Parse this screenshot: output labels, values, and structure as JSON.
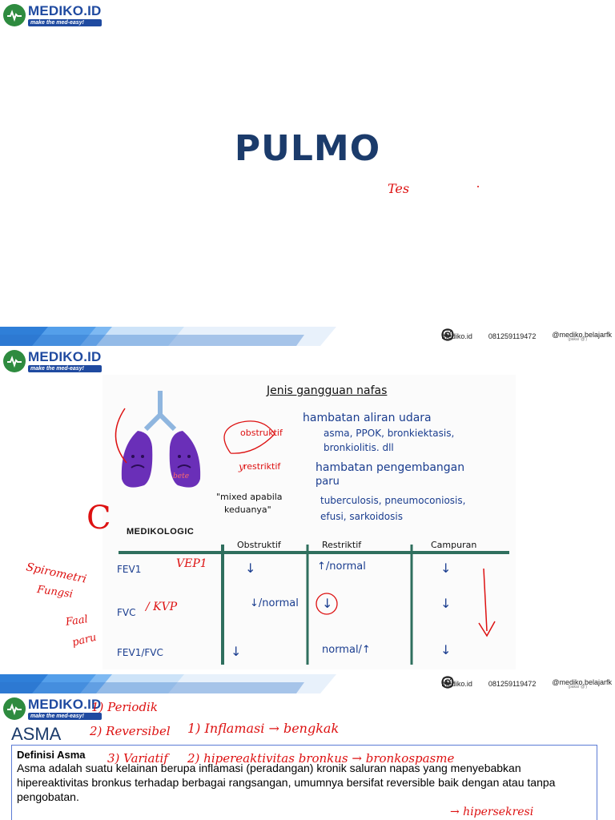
{
  "brand": {
    "name": "MEDIKO.ID",
    "tagline": "make the med-easy!"
  },
  "slide1": {
    "title": "PULMO",
    "red_note": "Tes"
  },
  "contacts": [
    {
      "icon": "instagram-icon",
      "text": "mediko.id"
    },
    {
      "icon": "whatsapp-icon",
      "text": "081259119472"
    },
    {
      "icon": "line-icon",
      "text": "@mediko.belajarfk",
      "sub": "(pakai '@')"
    }
  ],
  "slide2": {
    "heading": "Jenis gangguan nafas",
    "obstruktif_label": "obstruktif",
    "restriktif_label": "restriktif",
    "obstruktif_desc": "hambatan aliran udara",
    "obstruktif_list_1": "asma, PPOK, bronkiektasis,",
    "obstruktif_list_2": "bronkiolitis. dll",
    "restriktif_desc_1": "hambatan pengembangan",
    "restriktif_desc_2": "paru",
    "mixed_1": "\"mixed apabila",
    "mixed_2": "keduanya\"",
    "restriktif_list_1": "tuberculosis, pneumoconiosis,",
    "restriktif_list_2": "efusi, sarkoidosis",
    "lung_label": "bete",
    "logo": "MEDIKOLOGIC",
    "columns": [
      "Obstruktif",
      "Restriktif",
      "Campuran"
    ],
    "rows": [
      {
        "label": "FEV1",
        "obs": "↓",
        "res": "↑/normal",
        "mix": "↓"
      },
      {
        "label": "FVC",
        "obs": "↓/normal",
        "res": "↓",
        "mix": "↓"
      },
      {
        "label": "FEV1/FVC",
        "obs": "↓",
        "res": "normal/↑",
        "mix": "↓"
      }
    ],
    "red_notes": {
      "spiro": "Spirometri",
      "fungsi": "Fungsi",
      "faal": "Faal",
      "paru": "paru",
      "vep": "VEP1",
      "kvp": "/ KVP",
      "c": "C",
      "y": "y"
    }
  },
  "slide3": {
    "title": "ASMA",
    "def_title": "Definisi Asma",
    "def_body": "Asma adalah suatu kelainan berupa inflamasi (peradangan) kronik saluran napas yang menyebabkan hipereaktivitas bronkus terhadap berbagai rangsangan, umumnya bersifat reversible baik dengan atau tanpa pengobatan.",
    "red_notes": {
      "n1": "1) Periodik",
      "n2": "2) Reversibel",
      "n3": "3) Variatif",
      "inflamasi": "1) Inflamasi → bengkak",
      "hiper": "2) hipereaktivitas bronkus → bronkospasme",
      "hiperseksresi": "→ hipersekresi"
    }
  }
}
